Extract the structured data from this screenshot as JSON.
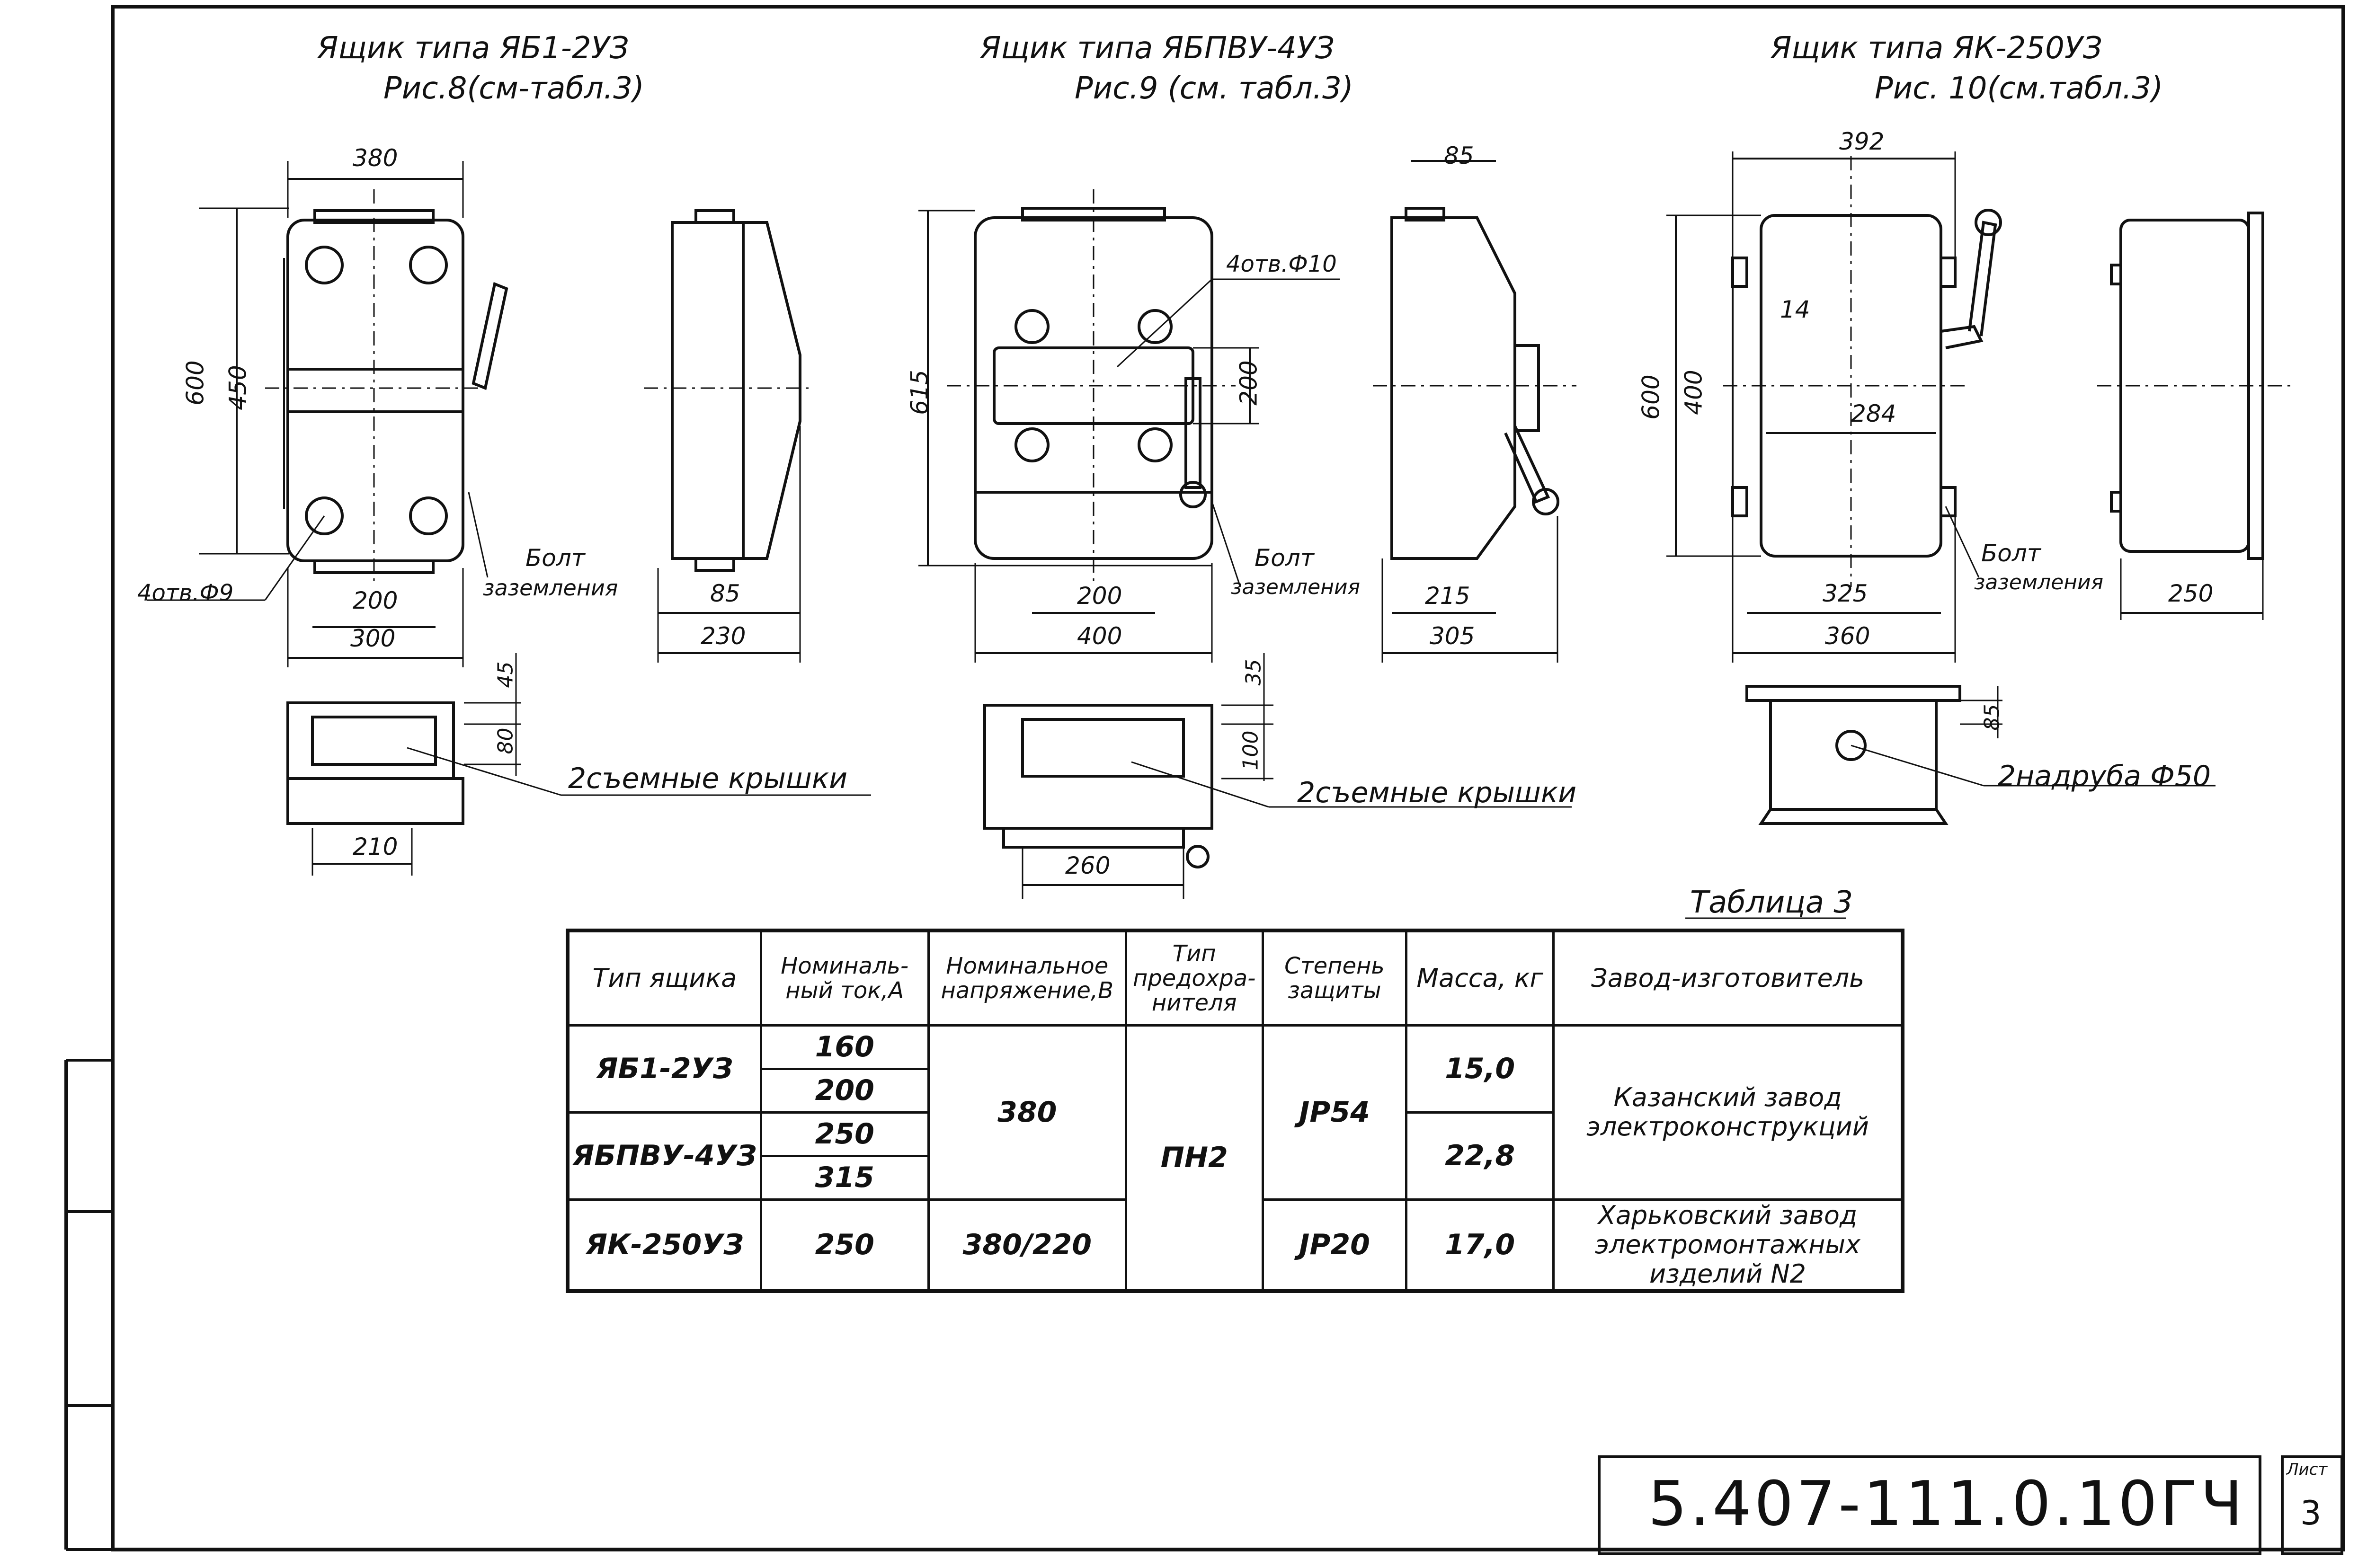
{
  "views": {
    "yab": {
      "title": "Ящик типа ЯБ1-2УЗ",
      "subtitle": "Рис.8(см-табл.3)",
      "dims": {
        "top": "380",
        "height": "600",
        "inner_h": "450",
        "holes": "4отв.Ф9",
        "bolt": "Болт",
        "ground": "заземления",
        "d200": "200",
        "d300": "300",
        "d85": "85",
        "d230": "230",
        "d45": "45",
        "d80": "80",
        "d210": "210"
      },
      "covers": "2съемные крышки"
    },
    "yabpvu": {
      "title": "Ящик типа ЯБПВУ-4УЗ",
      "subtitle": "Рис.9 (см. табл.3)",
      "dims": {
        "d85": "85",
        "holes": "4отв.Ф10",
        "d615": "615",
        "d200v": "200",
        "bolt": "Болт",
        "ground": "заземления",
        "d200": "200",
        "d400": "400",
        "d215": "215",
        "d305": "305",
        "d35": "35",
        "d100": "100",
        "d260": "260"
      },
      "covers": "2съемные крышки"
    },
    "yak": {
      "title": "Ящик типа ЯК-250УЗ",
      "subtitle": "Рис. 10(см.табл.3)",
      "dims": {
        "d392": "392",
        "d14": "14",
        "d600": "600",
        "d400": "400",
        "d284": "284",
        "bolt": "Болт",
        "ground": "заземления",
        "d325": "325",
        "d360": "360",
        "d250": "250",
        "d85": "85"
      },
      "pipes": "2надруба Ф50"
    }
  },
  "table": {
    "caption": "Таблица 3",
    "headers": [
      "Тип ящика",
      "Номиналь-ный ток,А",
      "Номинальное напряжение,В",
      "Тип предохра-нителя",
      "Степень защиты",
      "Масса, кг",
      "Завод-изготовитель"
    ],
    "rows": {
      "t1": "ЯБ1-2УЗ",
      "t2": "ЯБПВУ-4УЗ",
      "t3": "ЯК-250УЗ",
      "c1": "160",
      "c2": "200",
      "c3": "250",
      "c4": "315",
      "c5": "250",
      "v1": "380",
      "v2": "380/220",
      "f1": "ПН2",
      "p1": "JP54",
      "p2": "JP20",
      "m1": "15,0",
      "m2": "22,8",
      "m3": "17,0",
      "k1": "Казанский завод электроконструкций",
      "k2": "Харьковский завод электромонтажных изделий N2"
    }
  },
  "stamp": {
    "code": "5.407-111.0.10ГЧ",
    "sheet_label": "Лист",
    "sheet_no": "3"
  }
}
